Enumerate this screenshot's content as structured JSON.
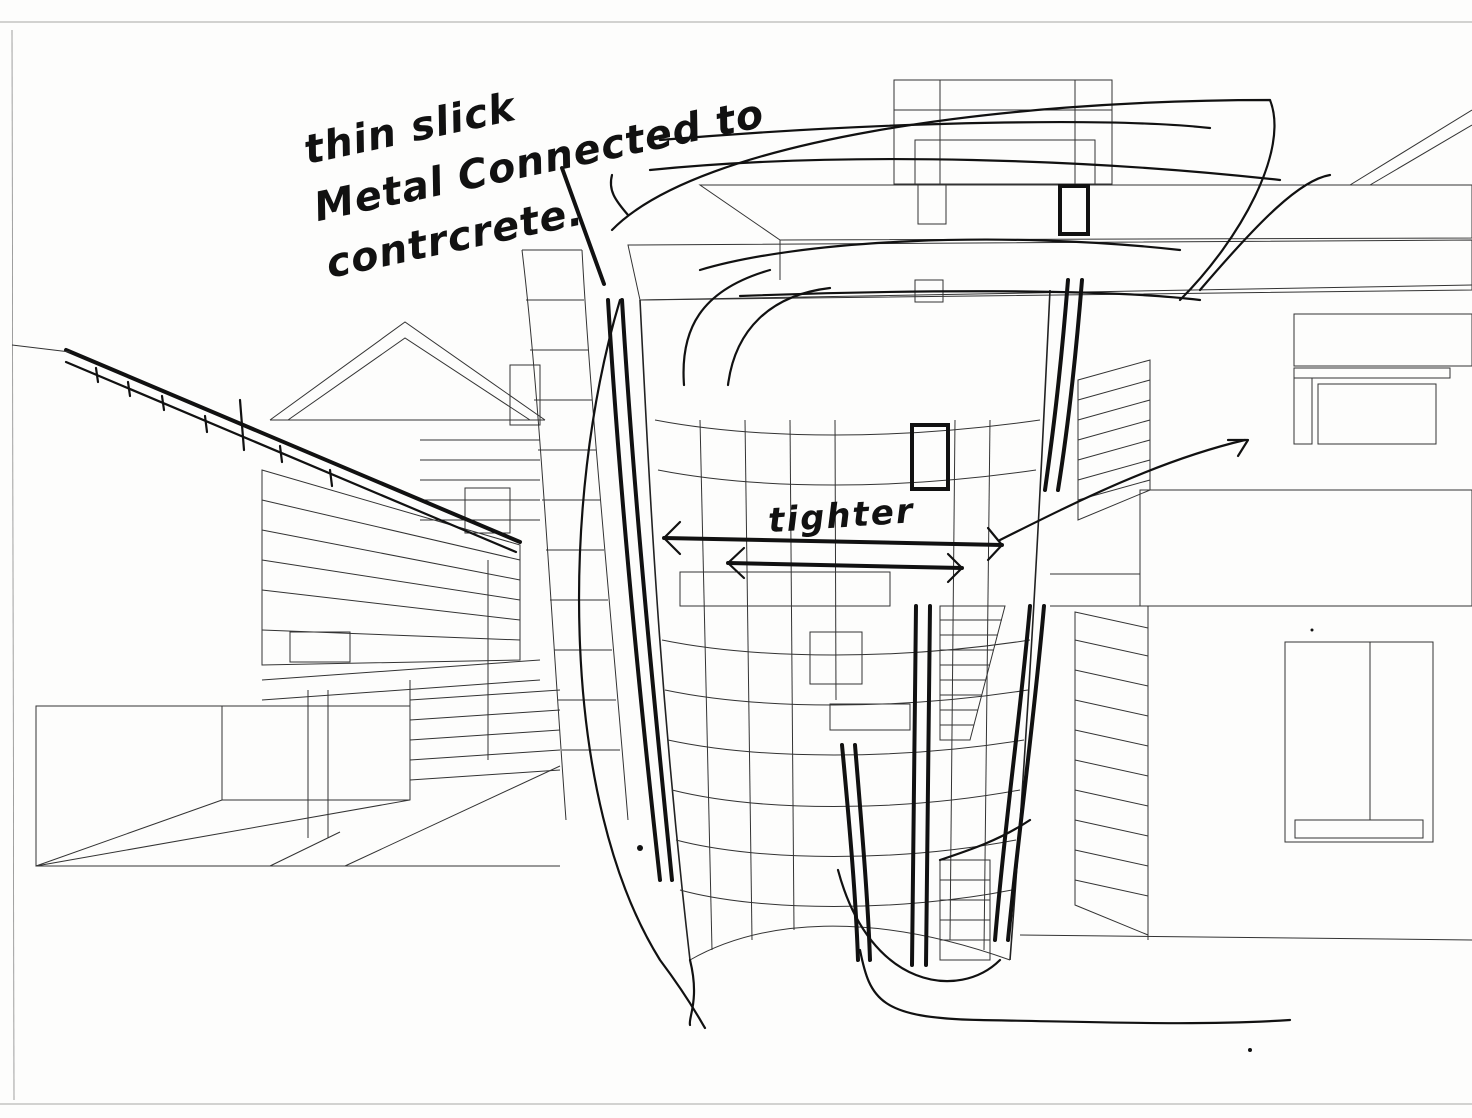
{
  "annotations": {
    "note_top_line1": "thin slick",
    "note_top_line2": "Metal Connected to",
    "note_top_line3": "contrcrete.",
    "note_middle": "tighter"
  },
  "colors": {
    "paper": "#fdfdfc",
    "ink": "#111111",
    "linework": "#333333"
  }
}
